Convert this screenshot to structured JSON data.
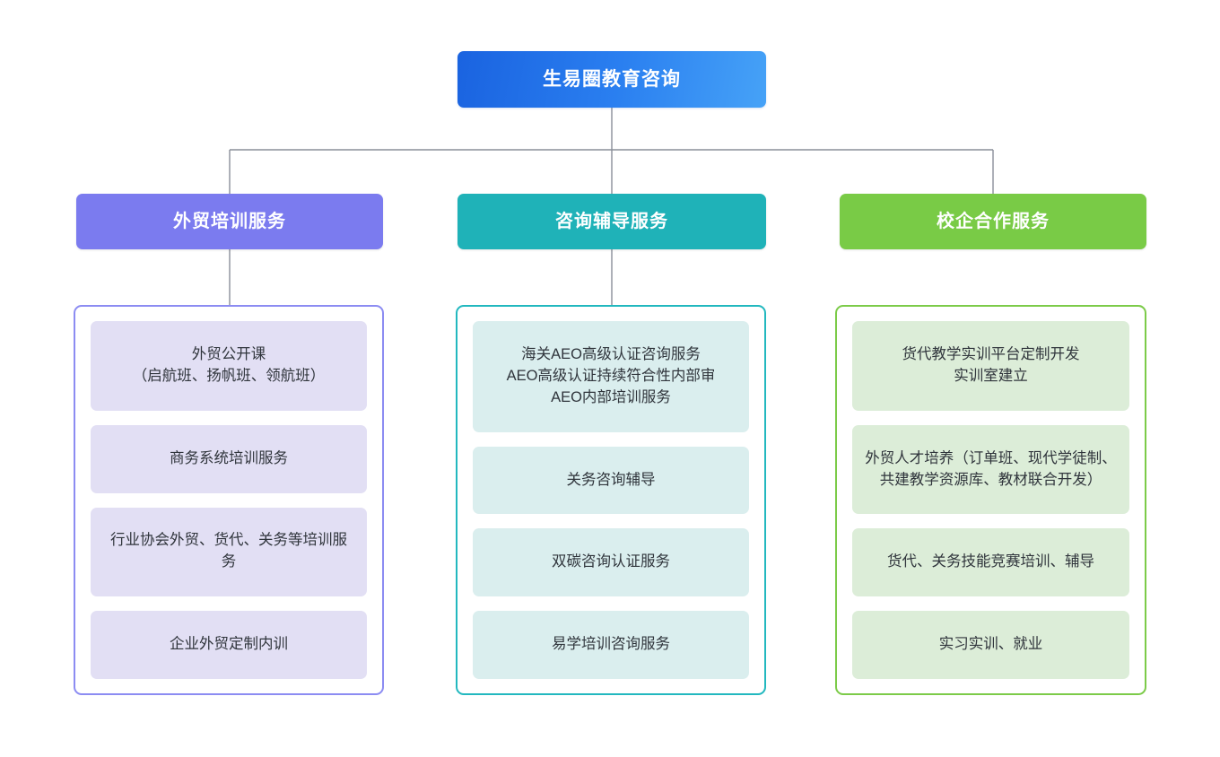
{
  "diagram": {
    "title": "生易圈教育咨询",
    "type": "organization-chart",
    "root": {
      "label": "生易圈教育咨询",
      "color_start": "#1a63e0",
      "color_end": "#46a2f7"
    },
    "connector_color": "#8a8f99",
    "columns": [
      {
        "header": "外贸培训服务",
        "header_color": "#7b7bef",
        "border_color": "#8c8cf2",
        "item_color": "#e2dff4",
        "items": [
          "外贸公开课\n（启航班、扬帆班、领航班）",
          "商务系统培训服务",
          "行业协会外贸、货代、关务等培训服务",
          "企业外贸定制内训"
        ]
      },
      {
        "header": "咨询辅导服务",
        "header_color": "#1fb2b8",
        "border_color": "#22b8bf",
        "item_color": "#daeeee",
        "items": [
          "海关AEO高级认证咨询服务\nAEO高级认证持续符合性内部审\nAEO内部培训服务",
          "关务咨询辅导",
          "双碳咨询认证服务",
          "易学培训咨询服务"
        ]
      },
      {
        "header": "校企合作服务",
        "header_color": "#79cb46",
        "border_color": "#7ccb49",
        "item_color": "#dcedd8",
        "items": [
          "货代教学实训平台定制开发\n实训室建立",
          "外贸人才培养（订单班、现代学徒制、共建教学资源库、教材联合开发）",
          "货代、关务技能竞赛培训、辅导",
          "实习实训、就业"
        ]
      }
    ]
  }
}
